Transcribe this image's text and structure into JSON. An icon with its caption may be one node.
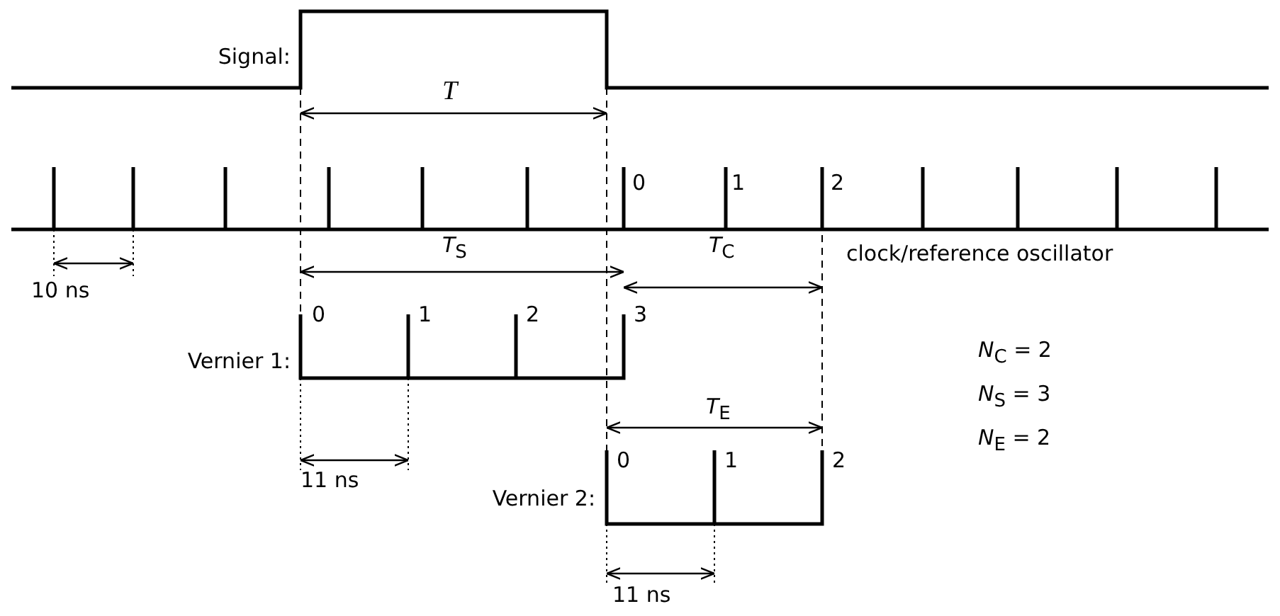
{
  "diagram": {
    "labels": [
      "Signal:",
      "T",
      "0",
      "1",
      "2",
      "*T*$_{S}$",
      "*T*$_{C}$",
      "clock/reference oscillator",
      "10 ns",
      "0",
      "1",
      "2",
      "3",
      "Vernier 1:",
      "*N*$_{C}$ = 2",
      "*T*$_{E}$",
      "*N*$_{S}$ = 3",
      "11 ns",
      "0",
      "1",
      "2",
      "Vernier 2:",
      "*N*$_{E}$ = 2",
      "11 ns"
    ]
  }
}
